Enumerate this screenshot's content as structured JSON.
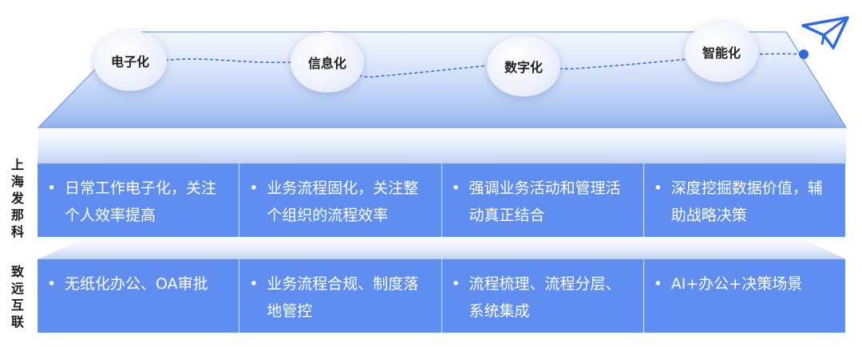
{
  "stages": [
    "电子化",
    "信息化",
    "数字化",
    "智能化"
  ],
  "companies": [
    {
      "name": "上海发那科",
      "items": [
        "日常工作电子化，关注个人效率提高",
        "业务流程固化，关注整个组织的流程效率",
        "强调业务活动和管理活动真正结合",
        "深度挖掘数据价值，辅助战略决策"
      ]
    },
    {
      "name": "致远互联",
      "items": [
        "无纸化办公、OA审批",
        "业务流程合规、制度落地管控",
        "流程梳理、流程分层、系统集成",
        "AI+办公+决策场景"
      ]
    }
  ],
  "bullet_symbol": "•",
  "colors": {
    "row_fill": "#5f8ef0",
    "plane_fill": "#b9cdf4",
    "line": "#4a78d8",
    "arrow_icon": "#2f6ae0"
  },
  "icons": [
    "paper-plane-icon"
  ]
}
